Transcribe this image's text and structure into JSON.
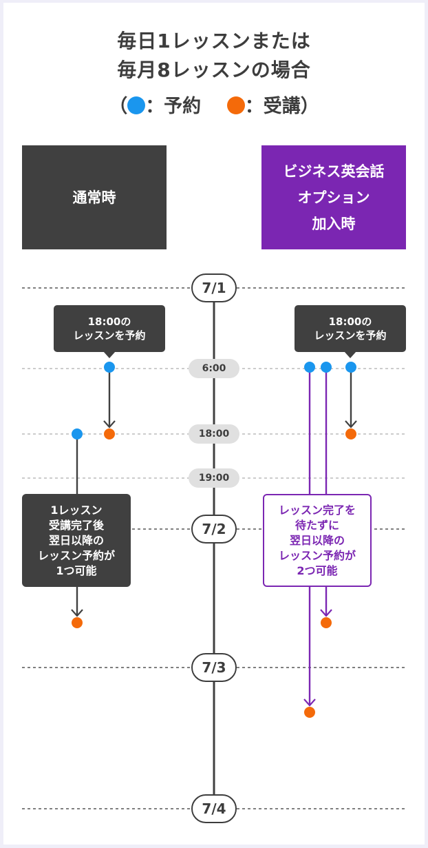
{
  "title": {
    "line1": "毎日1レッスンまたは",
    "line2": "毎月8レッスンの場合"
  },
  "legend": {
    "open": "（",
    "reserve_label": "：予約",
    "attend_label": "：受講）",
    "reserve_color": "#1a96ee",
    "attend_color": "#f46a0a"
  },
  "columns": {
    "normal": {
      "label": "通常時",
      "color": "#404040"
    },
    "business": {
      "line1": "ビジネス英会話",
      "line2": "オプション",
      "line3": "加入時",
      "color": "#7b26b2"
    }
  },
  "dates": [
    "7/1",
    "7/2",
    "7/3",
    "7/4"
  ],
  "times": [
    "6:00",
    "18:00",
    "19:00"
  ],
  "bubbles": {
    "left": {
      "line1": "18:00の",
      "line2": "レッスンを予約"
    },
    "right": {
      "line1": "18:00の",
      "line2": "レッスンを予約"
    }
  },
  "notes": {
    "normal": {
      "l1": "1レッスン",
      "l2": "受講完了後",
      "l3": "翌日以降の",
      "l4": "レッスン予約が",
      "l5": "1つ可能"
    },
    "business": {
      "l1": "レッスン完了を",
      "l2": "待たずに",
      "l3": "翌日以降の",
      "l4": "レッスン予約が",
      "l5": "2つ可能"
    }
  }
}
